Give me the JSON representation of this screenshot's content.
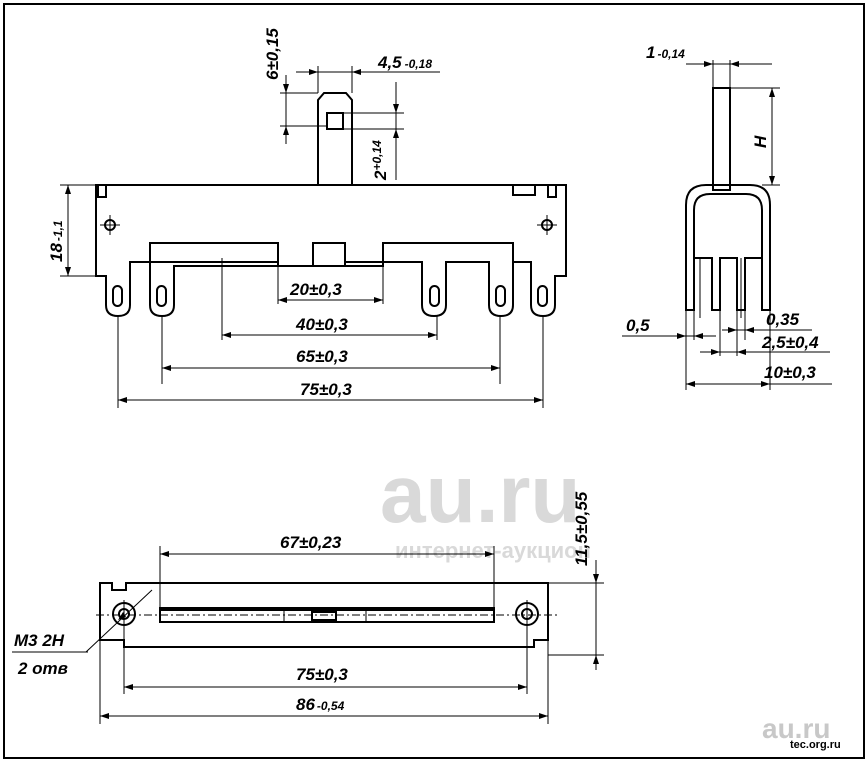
{
  "front_view": {
    "dim_knob_height": "6±0,15",
    "dim_knob_width_value": "4,5",
    "dim_knob_width_tol": "-0,18",
    "dim_knob_hole_value": "2",
    "dim_knob_hole_tol": "+0,14",
    "dim_body_height_value": "18",
    "dim_body_height_tol": "-1,1",
    "dim_20": "20±0,3",
    "dim_40": "40±0,3",
    "dim_65": "65±0,3",
    "dim_75": "75±0,3"
  },
  "side_view": {
    "dim_top_value": "1",
    "dim_top_tol": "-0,14",
    "dim_h": "H",
    "dim_05": "0,5",
    "dim_035": "0,35",
    "dim_25": "2,5±0,4",
    "dim_10": "10±0,3"
  },
  "top_view": {
    "dim_67": "67±0,23",
    "dim_115": "11,5±0,55",
    "dim_75": "75±0,3",
    "dim_86_value": "86",
    "dim_86_tol": "-0,54",
    "thread_note_line1": "М3  2Н",
    "thread_note_line2": "2 отв"
  },
  "watermark": {
    "logo": "au.ru",
    "logo_sub": "интернет-аукцион",
    "source": "tec.org.ru"
  }
}
